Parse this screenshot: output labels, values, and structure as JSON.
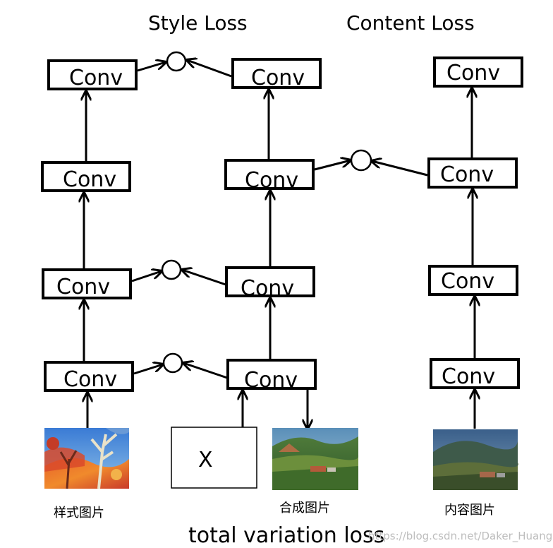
{
  "titles": {
    "style_loss": "Style Loss",
    "content_loss": "Content Loss"
  },
  "conv_label": "Conv",
  "input_placeholder": "X",
  "captions": {
    "style_image": "样式图片",
    "synthesized_image": "合成图片",
    "content_image": "内容图片"
  },
  "bottom_label": "total variation loss",
  "watermark": "https://blog.csdn.net/Daker_Huang",
  "colors": {
    "stroke": "#000000",
    "background": "#ffffff",
    "watermark": "#bdbdbd"
  }
}
